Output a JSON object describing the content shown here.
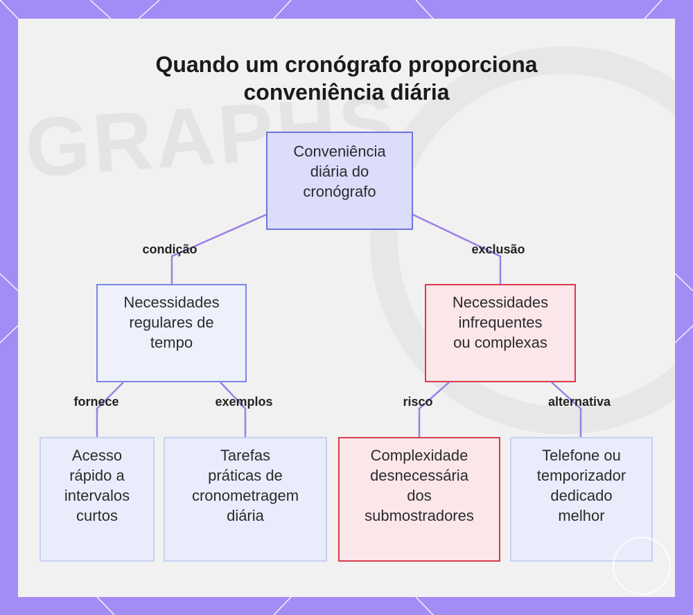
{
  "title": {
    "line1": "Quando um cronógrafo proporciona",
    "line2": "conveniência diária"
  },
  "nodes": {
    "root": [
      "Conveniência",
      "diária do",
      "cronógrafo"
    ],
    "left": [
      "Necessidades",
      "regulares de",
      "tempo"
    ],
    "right": [
      "Necessidades",
      "infrequentes",
      "ou complexas"
    ],
    "leaf1": [
      "Acesso",
      "rápido a",
      "intervalos",
      "curtos"
    ],
    "leaf2": [
      "Tarefas",
      "práticas de",
      "cronometragem",
      "diária"
    ],
    "leaf3": [
      "Complexidade",
      "desnecessária",
      "dos",
      "submostradores"
    ],
    "leaf4": [
      "Telefone ou",
      "temporizador",
      "dedicado",
      "melhor"
    ]
  },
  "edges": {
    "condicao": "condição",
    "exclusao": "exclusão",
    "fornece": "fornece",
    "exemplos": "exemplos",
    "risco": "risco",
    "alternativa": "alternativa"
  },
  "colors": {
    "frame": "#a48cf6",
    "connector": "#9b7fe6",
    "positive_border": "#7b86e6",
    "negative_border": "#d83a4c",
    "root_fill": "#dcdcfb",
    "negative_fill": "#fbe6ea"
  }
}
